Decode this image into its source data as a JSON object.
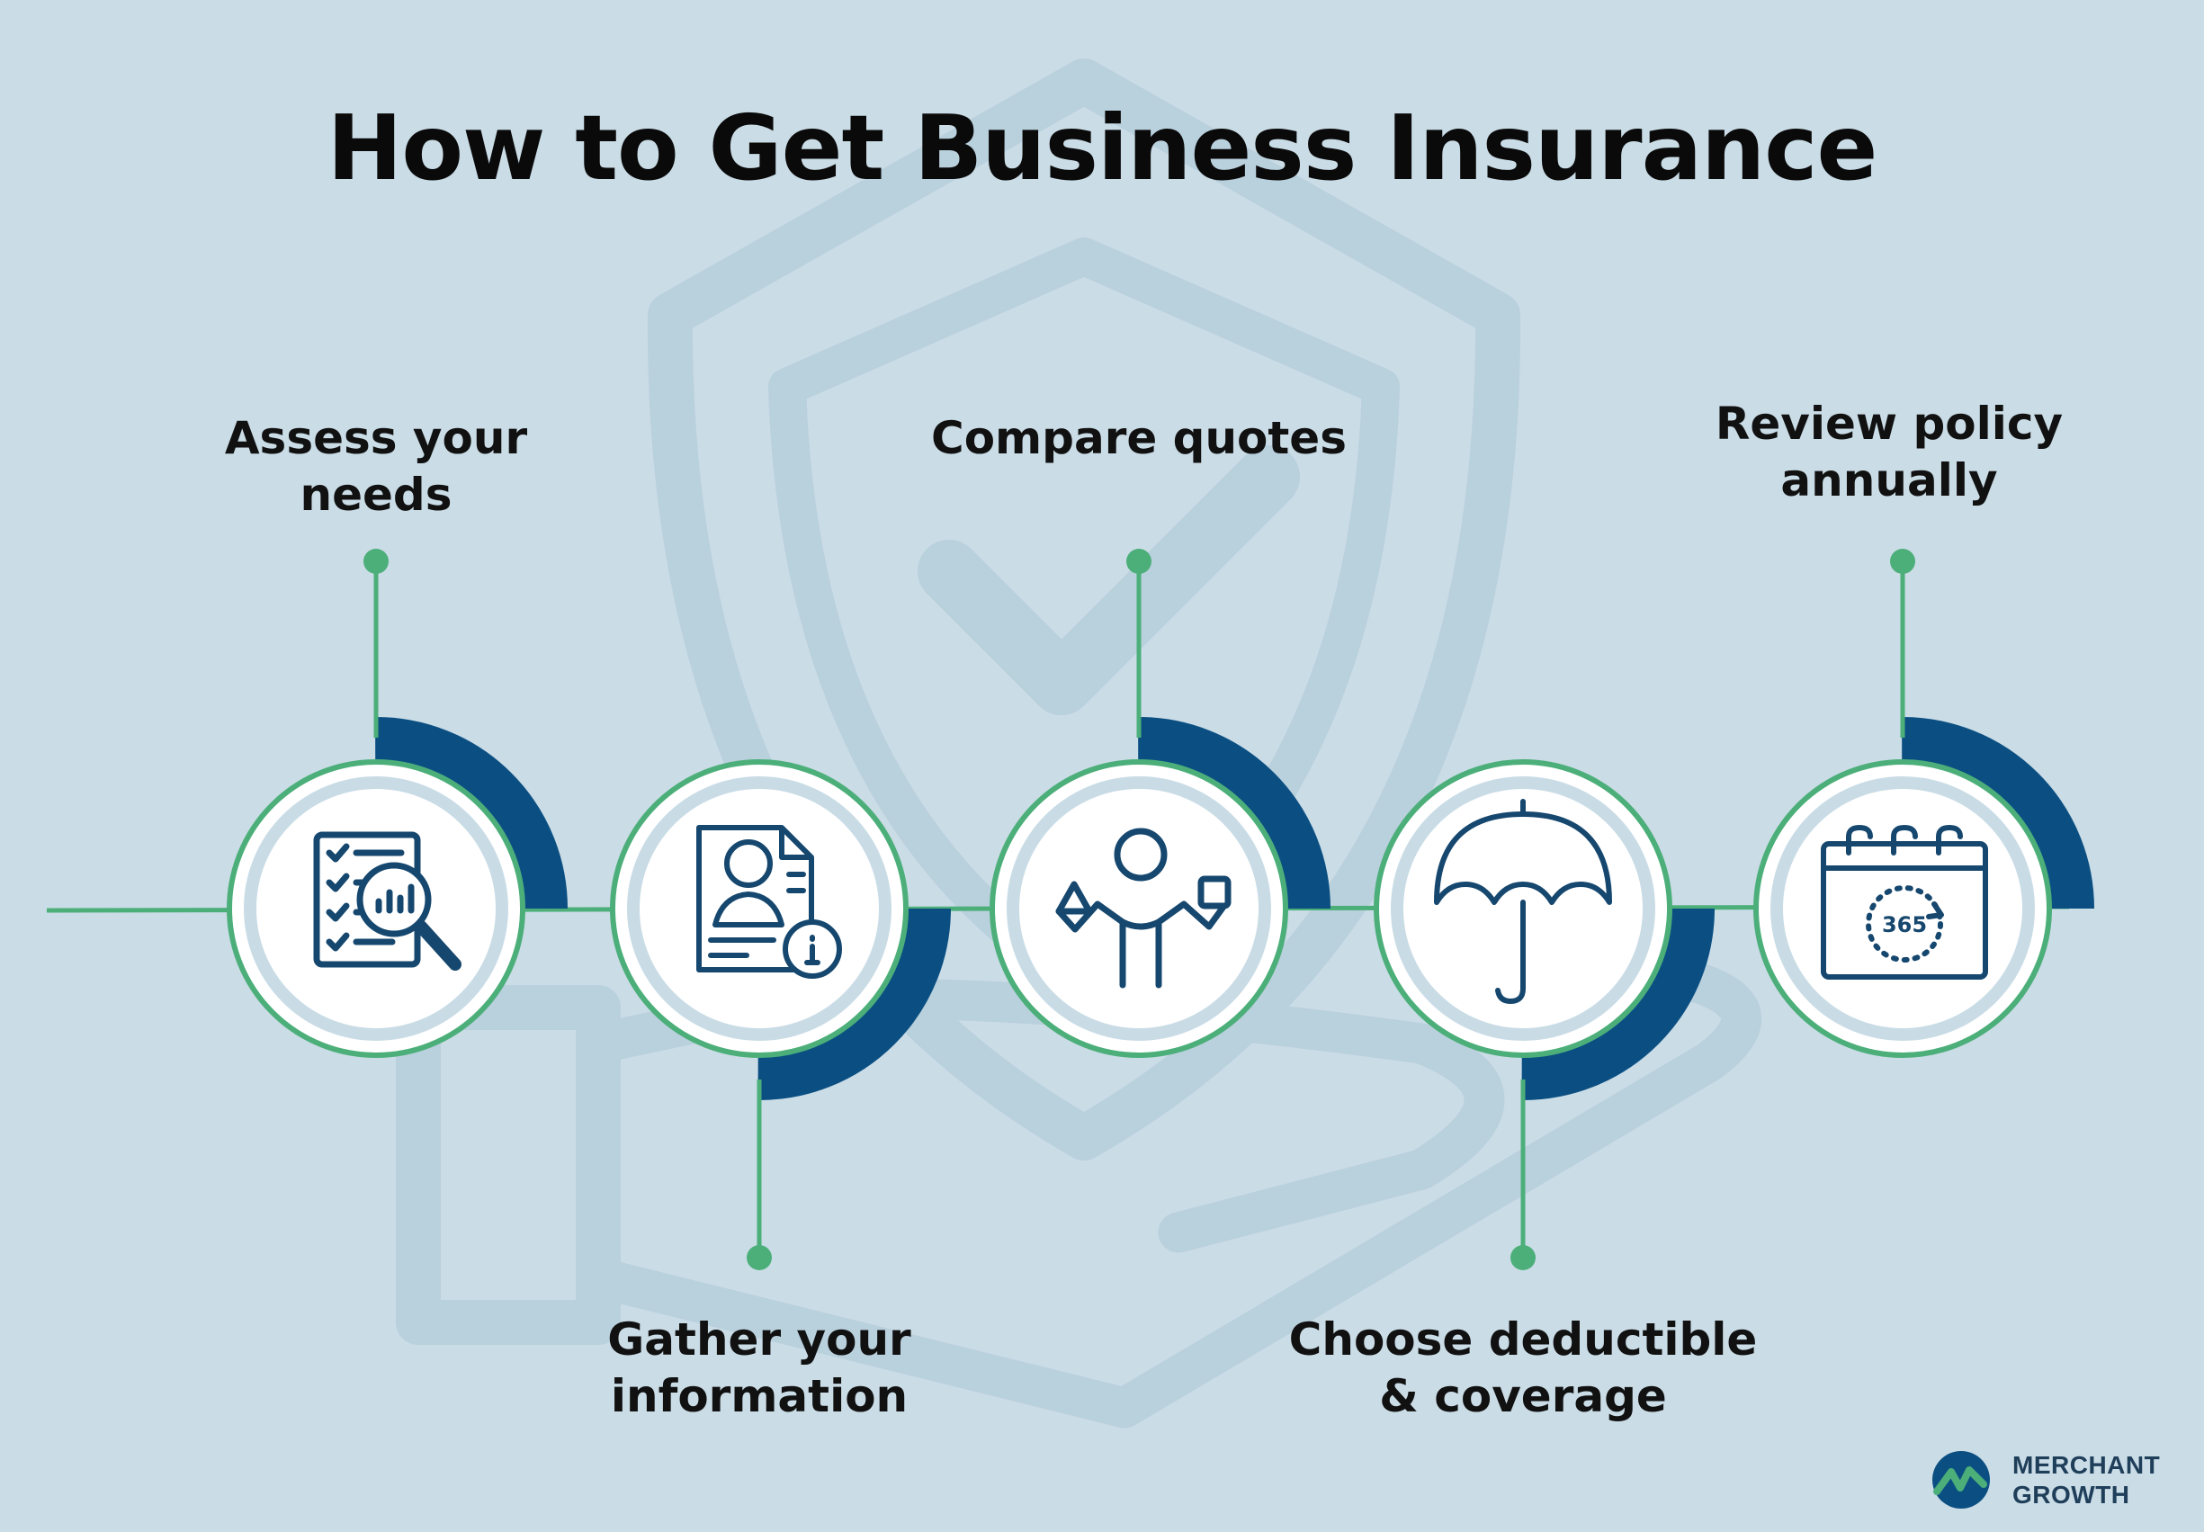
{
  "title": "How to Get Business Insurance",
  "steps": [
    {
      "label": "Assess your\nneeds",
      "icon": "checklist-magnifier-chart-icon"
    },
    {
      "label": "Gather your\ninformation",
      "icon": "profile-document-info-icon"
    },
    {
      "label": "Compare quotes",
      "icon": "person-balancing-scales-icon"
    },
    {
      "label": "Choose deductible\n& coverage",
      "icon": "umbrella-icon"
    },
    {
      "label": "Review policy\nannually",
      "icon": "calendar-365-icon"
    }
  ],
  "calendar_text": "365",
  "logo": {
    "line1": "MERCHANT",
    "line2": "GROWTH"
  },
  "colors": {
    "background": "#cadce6",
    "watermark": "#b8d0dd",
    "green": "#4caf7a",
    "navy": "#0b4f82",
    "icon": "#16476e",
    "ring": "#ffffff"
  }
}
